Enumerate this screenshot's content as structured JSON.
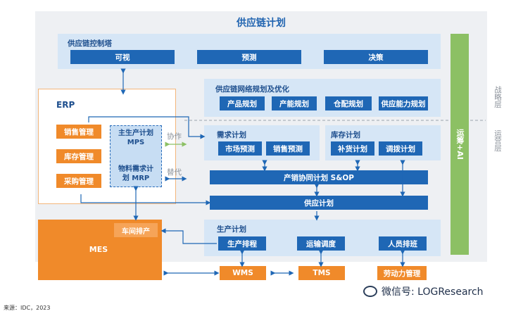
{
  "title": "供应链计划",
  "control_tower": {
    "label": "供应链控制塔",
    "items": [
      "可视",
      "预测",
      "决策"
    ]
  },
  "network_planning": {
    "label": "供应链网络规划及优化",
    "items": [
      "产品规划",
      "产能规划",
      "仓配规划",
      "供应能力规划"
    ]
  },
  "demand_planning": {
    "label": "需求计划",
    "items": [
      "市场预测",
      "销售预测"
    ]
  },
  "inventory_planning": {
    "label": "库存计划",
    "items": [
      "补货计划",
      "调拨计划"
    ]
  },
  "sop": "产销协同计划 S&OP",
  "supply_plan": "供应计划",
  "production_planning": {
    "label": "生产计划",
    "items": [
      "生产排程",
      "运输调度",
      "人员排班"
    ]
  },
  "erp": {
    "label": "ERP",
    "modules": [
      "销售管理",
      "库存管理",
      "采购管理"
    ],
    "mps_line1": "主生产计划",
    "mps_line2": "MPS",
    "mrp_line1": "物料需求计",
    "mrp_line2": "划 MRP"
  },
  "relations": {
    "cooperate": "协作",
    "replace": "替代"
  },
  "mes": {
    "label": "MES",
    "sub": "车间排产"
  },
  "bottom_systems": [
    "WMS",
    "TMS",
    "劳动力管理"
  ],
  "ops_ai": "运筹+AI",
  "layers": {
    "strategic": "战略层",
    "operational": "运营层"
  },
  "watermark": "微信号: LOGResearch",
  "source": "来源：IDC，2023",
  "colors": {
    "dark_blue": "#1f67b5",
    "light_blue": "#d6e6f6",
    "orange": "#f08a2a",
    "green": "#8cc064",
    "background": "#eef0f3"
  }
}
